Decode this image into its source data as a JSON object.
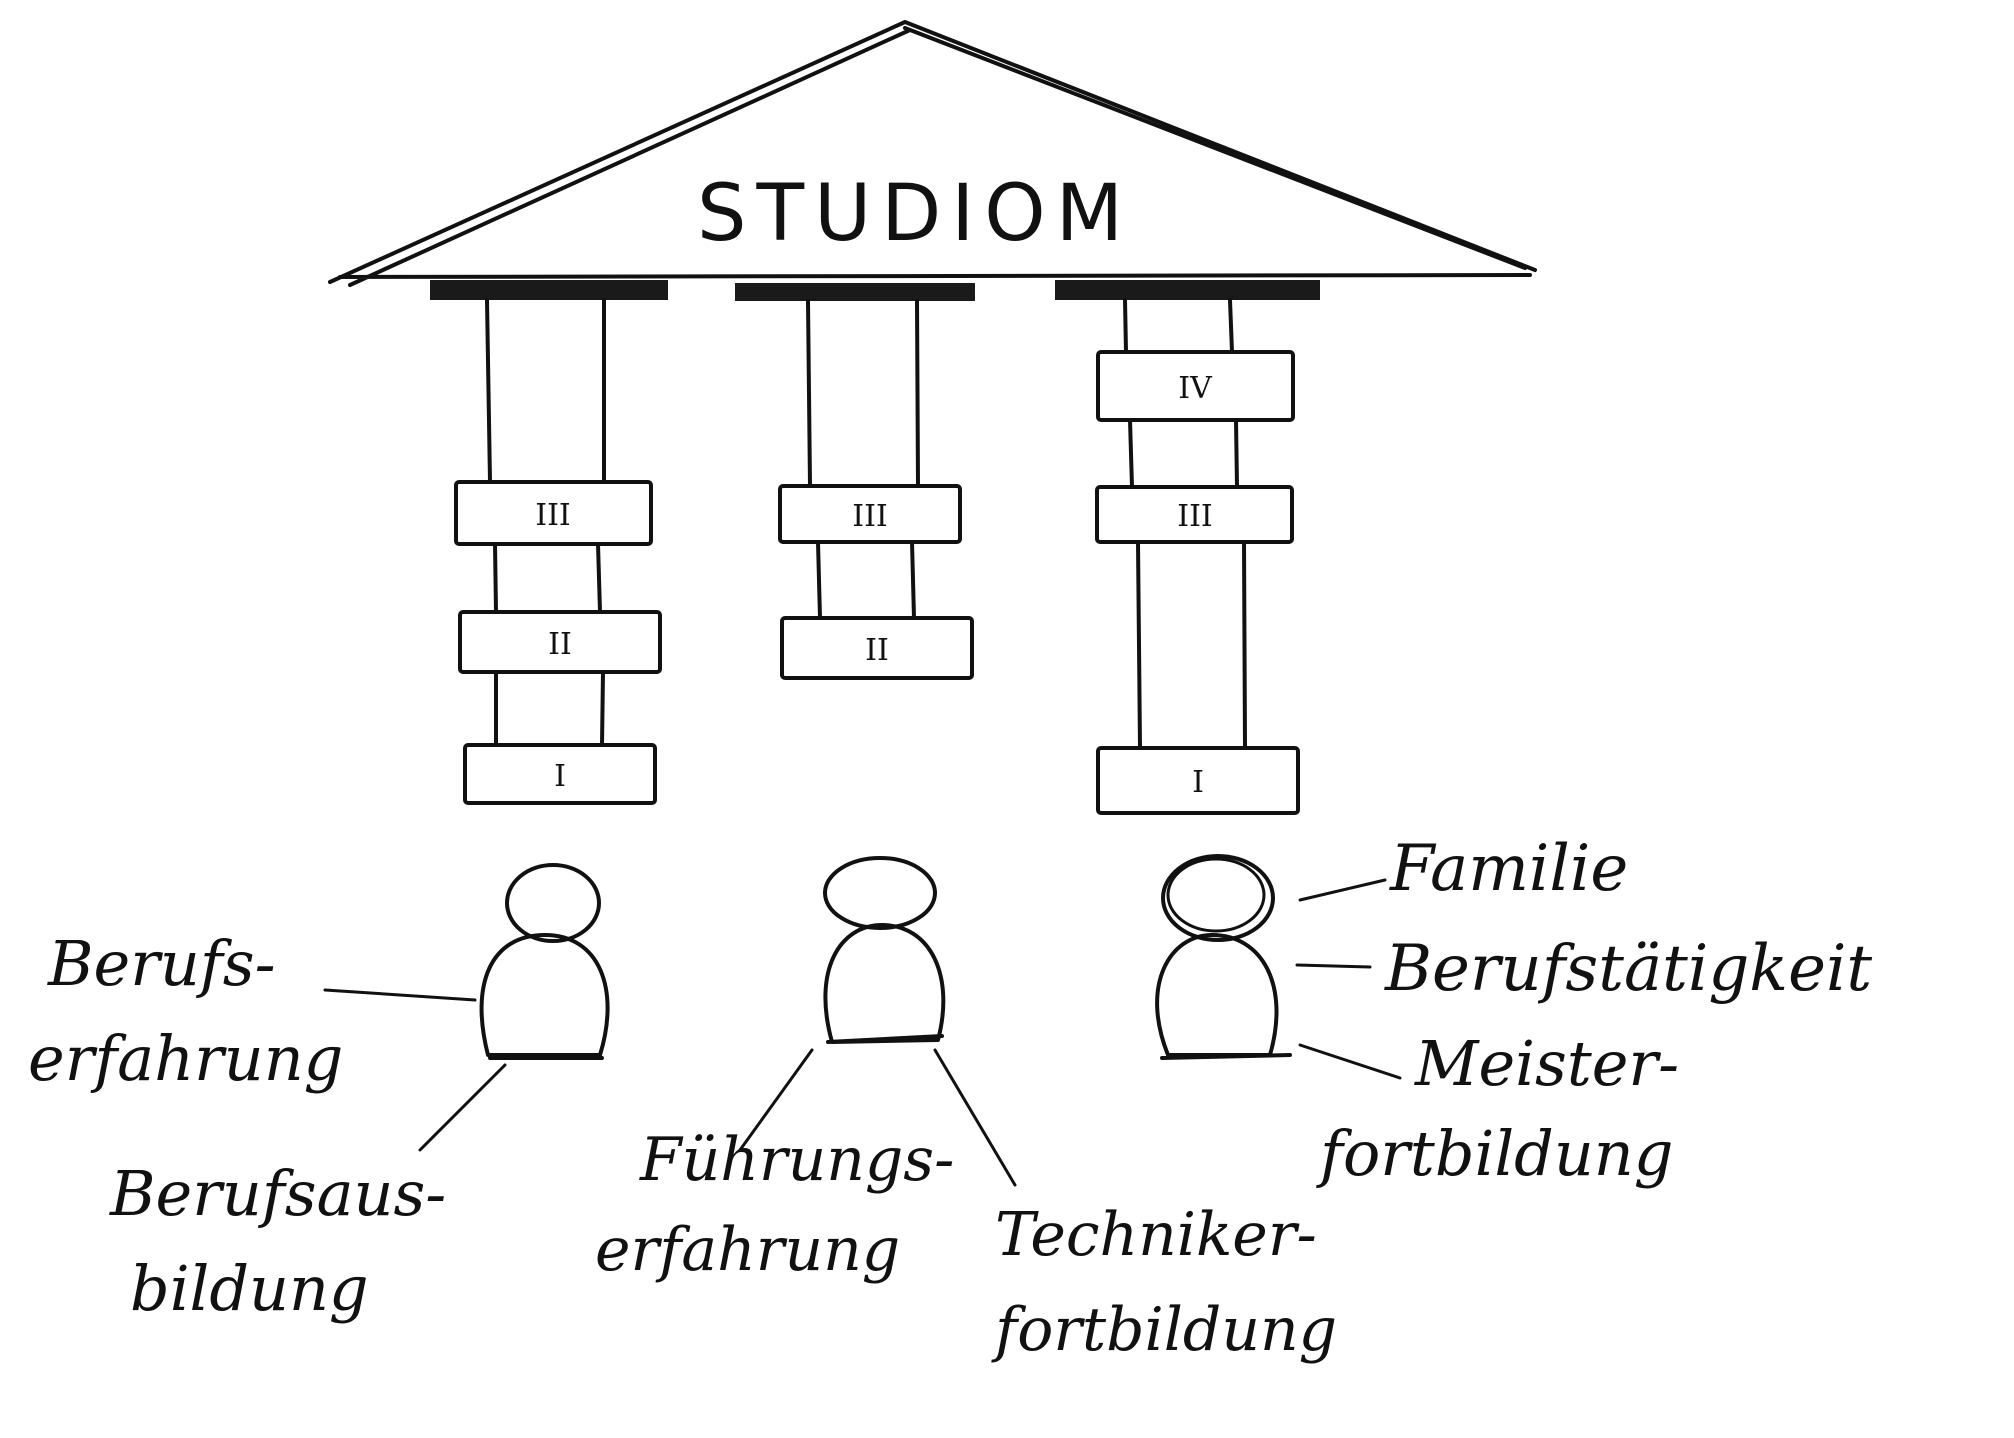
{
  "roof": {
    "title": "STUDIOM"
  },
  "pillars": [
    {
      "plates": [
        "III",
        "II",
        "I"
      ]
    },
    {
      "plates": [
        "III",
        "II"
      ]
    },
    {
      "plates": [
        "IV",
        "III",
        "I"
      ]
    }
  ],
  "labels": {
    "berufserfahrung_1": "Berufs-",
    "berufserfahrung_2": "erfahrung",
    "berufsausbildung_1": "Berufsaus-",
    "berufsausbildung_2": "bildung",
    "fuehrungserfahrung_1": "Führungs-",
    "fuehrungserfahrung_2": "erfahrung",
    "technikerfortbildung_1": "Techniker-",
    "technikerfortbildung_2": "fortbildung",
    "familie": "Familie",
    "berufstaetigkeit": "Berufstätigkeit",
    "meisterfortbildung_1": "Meister-",
    "meisterfortbildung_2": "fortbildung"
  }
}
